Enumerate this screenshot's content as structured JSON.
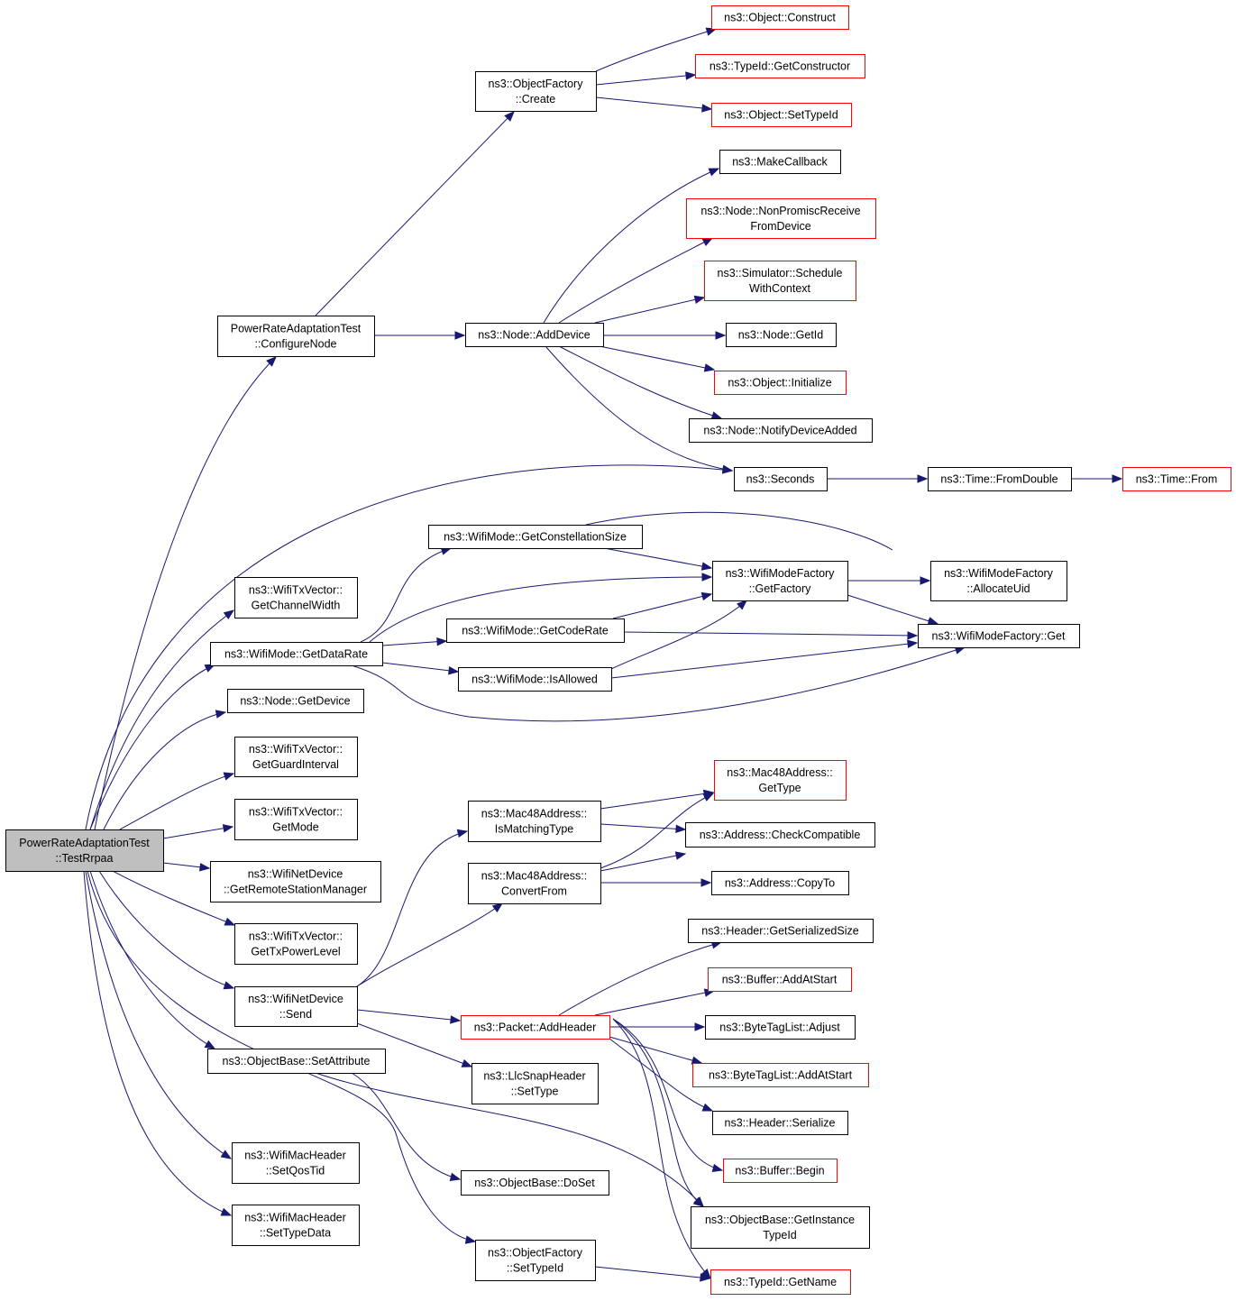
{
  "colors": {
    "edge": "#191970",
    "normal_border": "#000000",
    "red_border": "#ff0000",
    "root_fill": "#bfbfbf"
  },
  "nodes": [
    {
      "id": "root",
      "lines": [
        "PowerRateAdaptationTest",
        "::TestRrpaa"
      ],
      "style": "root"
    },
    {
      "id": "configureNode",
      "lines": [
        "PowerRateAdaptationTest",
        "::ConfigureNode"
      ],
      "style": "black"
    },
    {
      "id": "ofCreate",
      "lines": [
        "ns3::ObjectFactory",
        "::Create"
      ],
      "style": "black"
    },
    {
      "id": "objConstruct",
      "lines": [
        "ns3::Object::Construct"
      ],
      "style": "red"
    },
    {
      "id": "tidGetConstructor",
      "lines": [
        "ns3::TypeId::GetConstructor"
      ],
      "style": "red"
    },
    {
      "id": "objSetTypeId",
      "lines": [
        "ns3::Object::SetTypeId"
      ],
      "style": "red"
    },
    {
      "id": "makeCallback",
      "lines": [
        "ns3::MakeCallback"
      ],
      "style": "black"
    },
    {
      "id": "nonPromisc",
      "lines": [
        "ns3::Node::NonPromiscReceive",
        "FromDevice"
      ],
      "style": "red"
    },
    {
      "id": "schedWithCtx",
      "lines": [
        "ns3::Simulator::Schedule",
        "WithContext"
      ],
      "style": "red"
    },
    {
      "id": "nodeAddDevice",
      "lines": [
        "ns3::Node::AddDevice"
      ],
      "style": "black"
    },
    {
      "id": "nodeGetId",
      "lines": [
        "ns3::Node::GetId"
      ],
      "style": "black"
    },
    {
      "id": "objInitialize",
      "lines": [
        "ns3::Object::Initialize"
      ],
      "style": "red"
    },
    {
      "id": "notifyDevAdded",
      "lines": [
        "ns3::Node::NotifyDeviceAdded"
      ],
      "style": "black"
    },
    {
      "id": "seconds",
      "lines": [
        "ns3::Seconds"
      ],
      "style": "black"
    },
    {
      "id": "timeFromDouble",
      "lines": [
        "ns3::Time::FromDouble"
      ],
      "style": "black"
    },
    {
      "id": "timeFrom",
      "lines": [
        "ns3::Time::From"
      ],
      "style": "red"
    },
    {
      "id": "getConstSize",
      "lines": [
        "ns3::WifiMode::GetConstellationSize"
      ],
      "style": "black"
    },
    {
      "id": "wmfGetFactory",
      "lines": [
        "ns3::WifiModeFactory",
        "::GetFactory"
      ],
      "style": "black"
    },
    {
      "id": "wmfAllocateUid",
      "lines": [
        "ns3::WifiModeFactory",
        "::AllocateUid"
      ],
      "style": "black"
    },
    {
      "id": "getChannelWidth",
      "lines": [
        "ns3::WifiTxVector::",
        "GetChannelWidth"
      ],
      "style": "black"
    },
    {
      "id": "getCodeRate",
      "lines": [
        "ns3::WifiMode::GetCodeRate"
      ],
      "style": "black"
    },
    {
      "id": "wmfGet",
      "lines": [
        "ns3::WifiModeFactory::Get"
      ],
      "style": "black"
    },
    {
      "id": "getDataRate",
      "lines": [
        "ns3::WifiMode::GetDataRate"
      ],
      "style": "black"
    },
    {
      "id": "isAllowed",
      "lines": [
        "ns3::WifiMode::IsAllowed"
      ],
      "style": "black"
    },
    {
      "id": "nodeGetDevice",
      "lines": [
        "ns3::Node::GetDevice"
      ],
      "style": "black"
    },
    {
      "id": "getGuardInterval",
      "lines": [
        "ns3::WifiTxVector::",
        "GetGuardInterval"
      ],
      "style": "black"
    },
    {
      "id": "macGetType",
      "lines": [
        "ns3::Mac48Address::",
        "GetType"
      ],
      "style": "red"
    },
    {
      "id": "getMode",
      "lines": [
        "ns3::WifiTxVector::",
        "GetMode"
      ],
      "style": "black"
    },
    {
      "id": "isMatchingType",
      "lines": [
        "ns3::Mac48Address::",
        "IsMatchingType"
      ],
      "style": "black"
    },
    {
      "id": "checkCompatible",
      "lines": [
        "ns3::Address::CheckCompatible"
      ],
      "style": "black"
    },
    {
      "id": "getRSM",
      "lines": [
        "ns3::WifiNetDevice",
        "::GetRemoteStationManager"
      ],
      "style": "black"
    },
    {
      "id": "convertFrom",
      "lines": [
        "ns3::Mac48Address::",
        "ConvertFrom"
      ],
      "style": "black"
    },
    {
      "id": "addrCopyTo",
      "lines": [
        "ns3::Address::CopyTo"
      ],
      "style": "black"
    },
    {
      "id": "getTxPowerLevel",
      "lines": [
        "ns3::WifiTxVector::",
        "GetTxPowerLevel"
      ],
      "style": "black"
    },
    {
      "id": "hdrGetSerSize",
      "lines": [
        "ns3::Header::GetSerializedSize"
      ],
      "style": "black"
    },
    {
      "id": "bufAddAtStart",
      "lines": [
        "ns3::Buffer::AddAtStart"
      ],
      "style": "red"
    },
    {
      "id": "wndSend",
      "lines": [
        "ns3::WifiNetDevice",
        "::Send"
      ],
      "style": "black"
    },
    {
      "id": "pktAddHeader",
      "lines": [
        "ns3::Packet::AddHeader"
      ],
      "style": "red"
    },
    {
      "id": "btlAdjust",
      "lines": [
        "ns3::ByteTagList::Adjust"
      ],
      "style": "black"
    },
    {
      "id": "obSetAttribute",
      "lines": [
        "ns3::ObjectBase::SetAttribute"
      ],
      "style": "black"
    },
    {
      "id": "llcSetType",
      "lines": [
        "ns3::LlcSnapHeader",
        "::SetType"
      ],
      "style": "black"
    },
    {
      "id": "btlAddAtStart",
      "lines": [
        "ns3::ByteTagList::AddAtStart"
      ],
      "style": "red"
    },
    {
      "id": "hdrSerialize",
      "lines": [
        "ns3::Header::Serialize"
      ],
      "style": "black"
    },
    {
      "id": "setQosTid",
      "lines": [
        "ns3::WifiMacHeader",
        "::SetQosTid"
      ],
      "style": "black"
    },
    {
      "id": "bufBegin",
      "lines": [
        "ns3::Buffer::Begin"
      ],
      "style": "red"
    },
    {
      "id": "obDoSet",
      "lines": [
        "ns3::ObjectBase::DoSet"
      ],
      "style": "black"
    },
    {
      "id": "setTypeData",
      "lines": [
        "ns3::WifiMacHeader",
        "::SetTypeData"
      ],
      "style": "black"
    },
    {
      "id": "obGetInstTid",
      "lines": [
        "ns3::ObjectBase::GetInstance",
        "TypeId"
      ],
      "style": "black"
    },
    {
      "id": "ofSetTypeId",
      "lines": [
        "ns3::ObjectFactory",
        "::SetTypeId"
      ],
      "style": "black"
    },
    {
      "id": "tidGetName",
      "lines": [
        "ns3::TypeId::GetName"
      ],
      "style": "red"
    }
  ],
  "edges": [
    [
      "root",
      "configureNode"
    ],
    [
      "root",
      "seconds"
    ],
    [
      "root",
      "getChannelWidth"
    ],
    [
      "root",
      "getDataRate"
    ],
    [
      "root",
      "nodeGetDevice"
    ],
    [
      "root",
      "getGuardInterval"
    ],
    [
      "root",
      "getMode"
    ],
    [
      "root",
      "getRSM"
    ],
    [
      "root",
      "getTxPowerLevel"
    ],
    [
      "root",
      "wndSend"
    ],
    [
      "root",
      "obSetAttribute"
    ],
    [
      "root",
      "setQosTid"
    ],
    [
      "root",
      "setTypeData"
    ],
    [
      "root",
      "ofSetTypeId"
    ],
    [
      "configureNode",
      "ofCreate"
    ],
    [
      "configureNode",
      "nodeAddDevice"
    ],
    [
      "ofCreate",
      "objConstruct"
    ],
    [
      "ofCreate",
      "tidGetConstructor"
    ],
    [
      "ofCreate",
      "objSetTypeId"
    ],
    [
      "nodeAddDevice",
      "makeCallback"
    ],
    [
      "nodeAddDevice",
      "nonPromisc"
    ],
    [
      "nodeAddDevice",
      "schedWithCtx"
    ],
    [
      "nodeAddDevice",
      "nodeGetId"
    ],
    [
      "nodeAddDevice",
      "objInitialize"
    ],
    [
      "nodeAddDevice",
      "notifyDevAdded"
    ],
    [
      "nodeAddDevice",
      "seconds"
    ],
    [
      "seconds",
      "timeFromDouble"
    ],
    [
      "timeFromDouble",
      "timeFrom"
    ],
    [
      "getDataRate",
      "getConstSize"
    ],
    [
      "getDataRate",
      "wmfGetFactory"
    ],
    [
      "getDataRate",
      "getCodeRate"
    ],
    [
      "getDataRate",
      "isAllowed"
    ],
    [
      "getDataRate",
      "wmfGet"
    ],
    [
      "getConstSize",
      "wmfGetFactory"
    ],
    [
      "getConstSize",
      "wmfGet"
    ],
    [
      "getCodeRate",
      "wmfGetFactory"
    ],
    [
      "getCodeRate",
      "wmfGet"
    ],
    [
      "isAllowed",
      "wmfGetFactory"
    ],
    [
      "isAllowed",
      "wmfGet"
    ],
    [
      "wmfGetFactory",
      "wmfAllocateUid"
    ],
    [
      "wmfGetFactory",
      "wmfGet"
    ],
    [
      "wndSend",
      "isMatchingType"
    ],
    [
      "wndSend",
      "convertFrom"
    ],
    [
      "wndSend",
      "pktAddHeader"
    ],
    [
      "wndSend",
      "llcSetType"
    ],
    [
      "isMatchingType",
      "macGetType"
    ],
    [
      "isMatchingType",
      "checkCompatible"
    ],
    [
      "convertFrom",
      "macGetType"
    ],
    [
      "convertFrom",
      "checkCompatible"
    ],
    [
      "convertFrom",
      "addrCopyTo"
    ],
    [
      "pktAddHeader",
      "hdrGetSerSize"
    ],
    [
      "pktAddHeader",
      "bufAddAtStart"
    ],
    [
      "pktAddHeader",
      "btlAdjust"
    ],
    [
      "pktAddHeader",
      "btlAddAtStart"
    ],
    [
      "pktAddHeader",
      "hdrSerialize"
    ],
    [
      "pktAddHeader",
      "bufBegin"
    ],
    [
      "pktAddHeader",
      "obGetInstTid"
    ],
    [
      "pktAddHeader",
      "tidGetName"
    ],
    [
      "obSetAttribute",
      "obDoSet"
    ],
    [
      "obSetAttribute",
      "obGetInstTid"
    ],
    [
      "ofSetTypeId",
      "tidGetName"
    ]
  ]
}
